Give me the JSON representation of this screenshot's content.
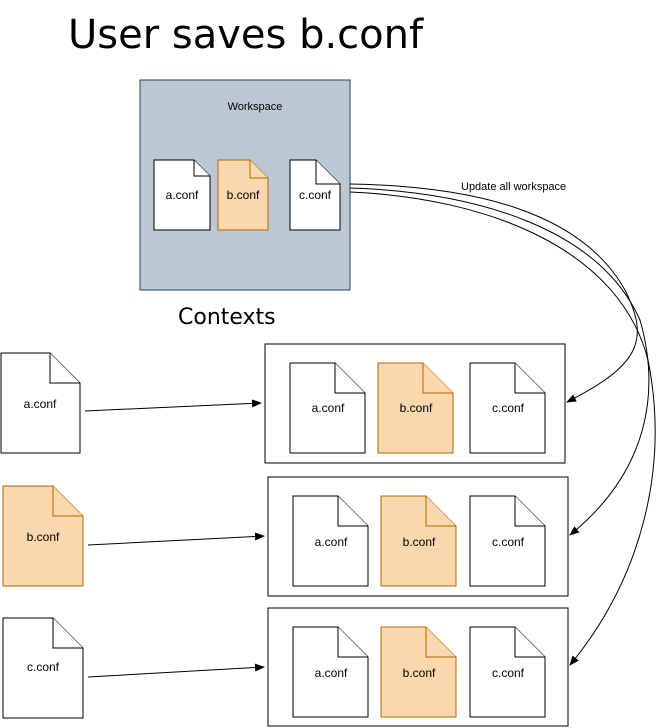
{
  "title": "User saves b.conf",
  "workspace": {
    "label": "Workspace",
    "files": [
      "a.conf",
      "b.conf",
      "c.conf"
    ],
    "highlighted": "b.conf"
  },
  "update_label": "Update all workspace",
  "contexts_label": "Contexts",
  "contexts": [
    {
      "source_file": "a.conf",
      "files": [
        "a.conf",
        "b.conf",
        "c.conf"
      ]
    },
    {
      "source_file": "b.conf",
      "files": [
        "a.conf",
        "b.conf",
        "c.conf"
      ]
    },
    {
      "source_file": "c.conf",
      "files": [
        "a.conf",
        "b.conf",
        "c.conf"
      ]
    }
  ],
  "colors": {
    "workspace_fill": "#bac8d3",
    "workspace_stroke": "#23445d",
    "highlight_fill": "#fad7ac",
    "highlight_stroke": "#b46504",
    "file_fill": "#ffffff",
    "stroke": "#000000"
  }
}
